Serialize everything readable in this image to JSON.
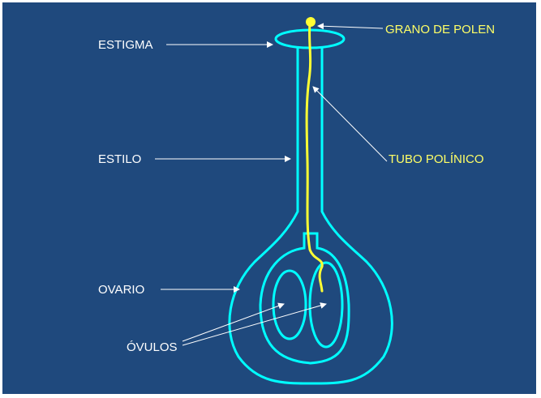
{
  "colors": {
    "background": "#1f497d",
    "outline": "#00ffff",
    "pollen": "#ffff33",
    "labels_white": "#ffffff",
    "labels_yellow": "#ffff66",
    "arrows": "#ffffff"
  },
  "labels": {
    "estigma": "ESTIGMA",
    "estilo": "ESTILO",
    "ovario": "OVARIO",
    "ovulos": "ÓVULOS",
    "grano": "GRANO DE POLEN",
    "tubo": "TUBO POLÍNICO"
  }
}
